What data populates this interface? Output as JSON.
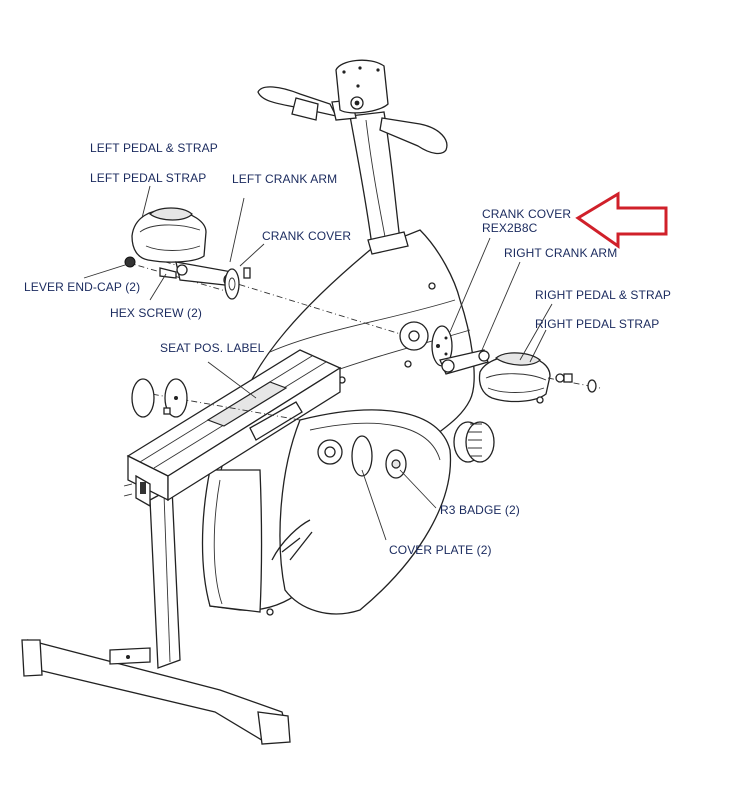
{
  "labels": {
    "left_pedal_strap_set": "LEFT PEDAL & STRAP",
    "left_pedal_strap": "LEFT PEDAL STRAP",
    "left_crank_arm": "LEFT CRANK ARM",
    "crank_cover_left": "CRANK COVER",
    "lever_end_cap": "LEVER END-CAP (2)",
    "hex_screw": "HEX SCREW (2)",
    "crank_cover_right_line1": "CRANK COVER",
    "crank_cover_right_line2": "REX2B8C",
    "right_crank_arm": "RIGHT CRANK ARM",
    "right_pedal_strap_set": "RIGHT PEDAL & STRAP",
    "right_pedal_strap": "RIGHT PEDAL STRAP",
    "seat_pos_label": "SEAT POS. LABEL",
    "r3_badge": "R3 BADGE (2)",
    "cover_plate": "COVER PLATE (2)"
  },
  "colors": {
    "label_text": "#1a2a5e",
    "line_art": "#222222",
    "highlight_arrow": "#d0202a",
    "background": "#ffffff"
  }
}
